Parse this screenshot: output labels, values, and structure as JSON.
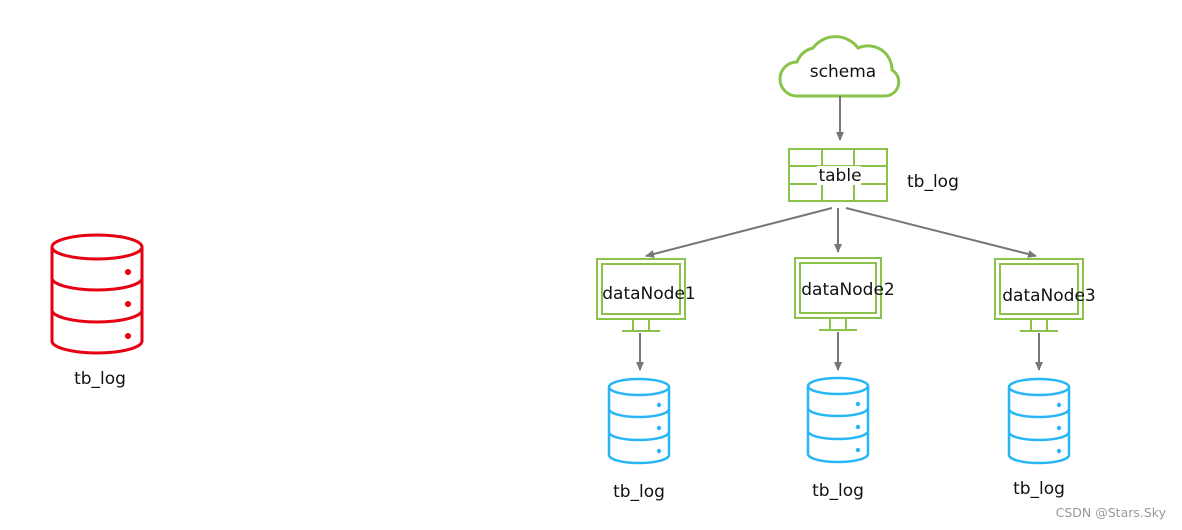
{
  "left_db": {
    "label": "tb_log",
    "color": "#e60012"
  },
  "schema": {
    "label": "schema",
    "color": "#8bc34a"
  },
  "table": {
    "label": "table",
    "side_label": "tb_log",
    "color": "#8bc34a"
  },
  "data_nodes": [
    {
      "label": "dataNode1",
      "db_label": "tb_log"
    },
    {
      "label": "dataNode2",
      "db_label": "tb_log"
    },
    {
      "label": "dataNode3",
      "db_label": "tb_log"
    }
  ],
  "colors": {
    "node": "#8bc34a",
    "db": "#29b6f6",
    "arrow": "#777777"
  },
  "watermark": "CSDN @Stars.Sky"
}
